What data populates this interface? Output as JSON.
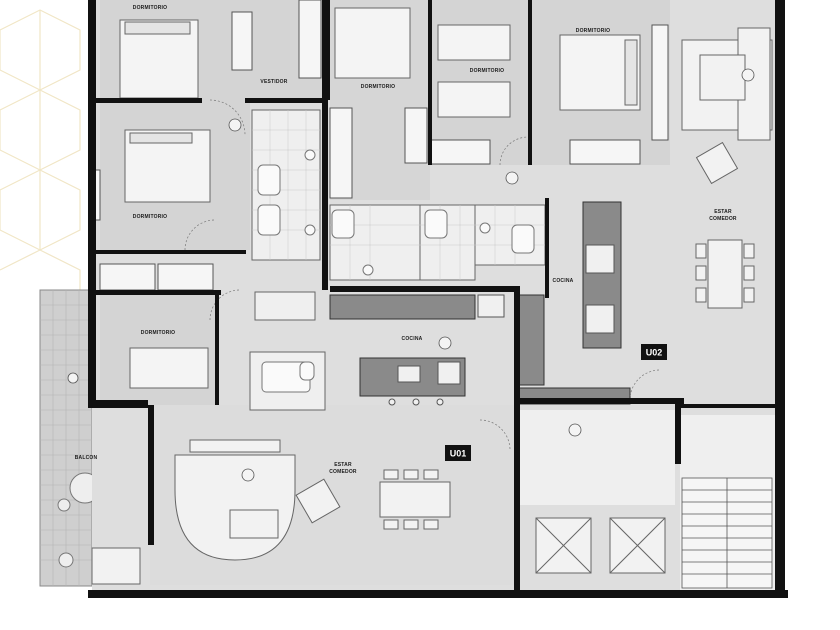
{
  "plan": {
    "colors": {
      "wall": "#111111",
      "floor": "#dedede",
      "room": "#d0d0d0",
      "furniture": "#f2f2f2",
      "accent": "#f3e9c9"
    },
    "rooms": {
      "dorm1": "DORMITORIO",
      "vestidor": "VESTIDOR",
      "dorm2": "DORMITORIO",
      "dorm3": "DORMITORIO",
      "dorm4": "DORMITORIO",
      "dorm5": "DORMITORIO",
      "dorm6": "DORMITORIO",
      "sitting_u02_line1": "ESTAR",
      "sitting_u02_line2": "COMEDOR",
      "cocina_u02": "COCINA",
      "cocina_u01": "COCINA",
      "sitting_u01_line1": "ESTAR",
      "sitting_u01_line2": "COMEDOR",
      "balcon": "BALCON"
    },
    "units": {
      "u01": "U01",
      "u02": "U02"
    }
  }
}
